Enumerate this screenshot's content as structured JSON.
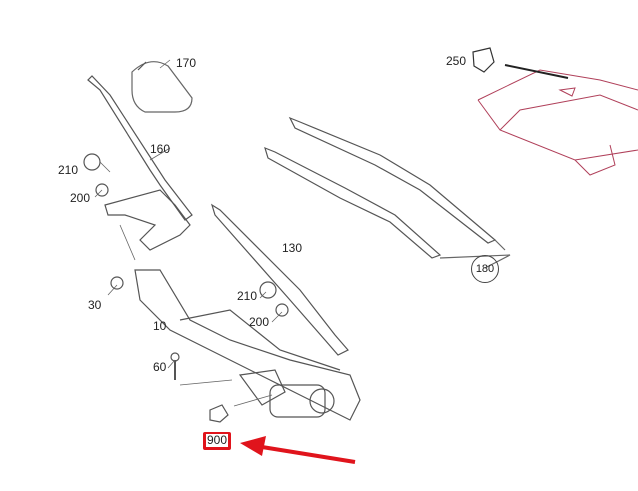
{
  "parts": [
    {
      "id": "170"
    },
    {
      "id": "250"
    },
    {
      "id": "160"
    },
    {
      "id": "210"
    },
    {
      "id": "200"
    },
    {
      "id": "130"
    },
    {
      "id": "180"
    },
    {
      "id": "210"
    },
    {
      "id": "200"
    },
    {
      "id": "30"
    },
    {
      "id": "10"
    },
    {
      "id": "60"
    },
    {
      "id": "900"
    }
  ],
  "highlight": {
    "part": "900",
    "color": "#e0141c"
  },
  "colors": {
    "line": "#444444",
    "accent": "#b0405a",
    "arrow": "#e0141c"
  }
}
